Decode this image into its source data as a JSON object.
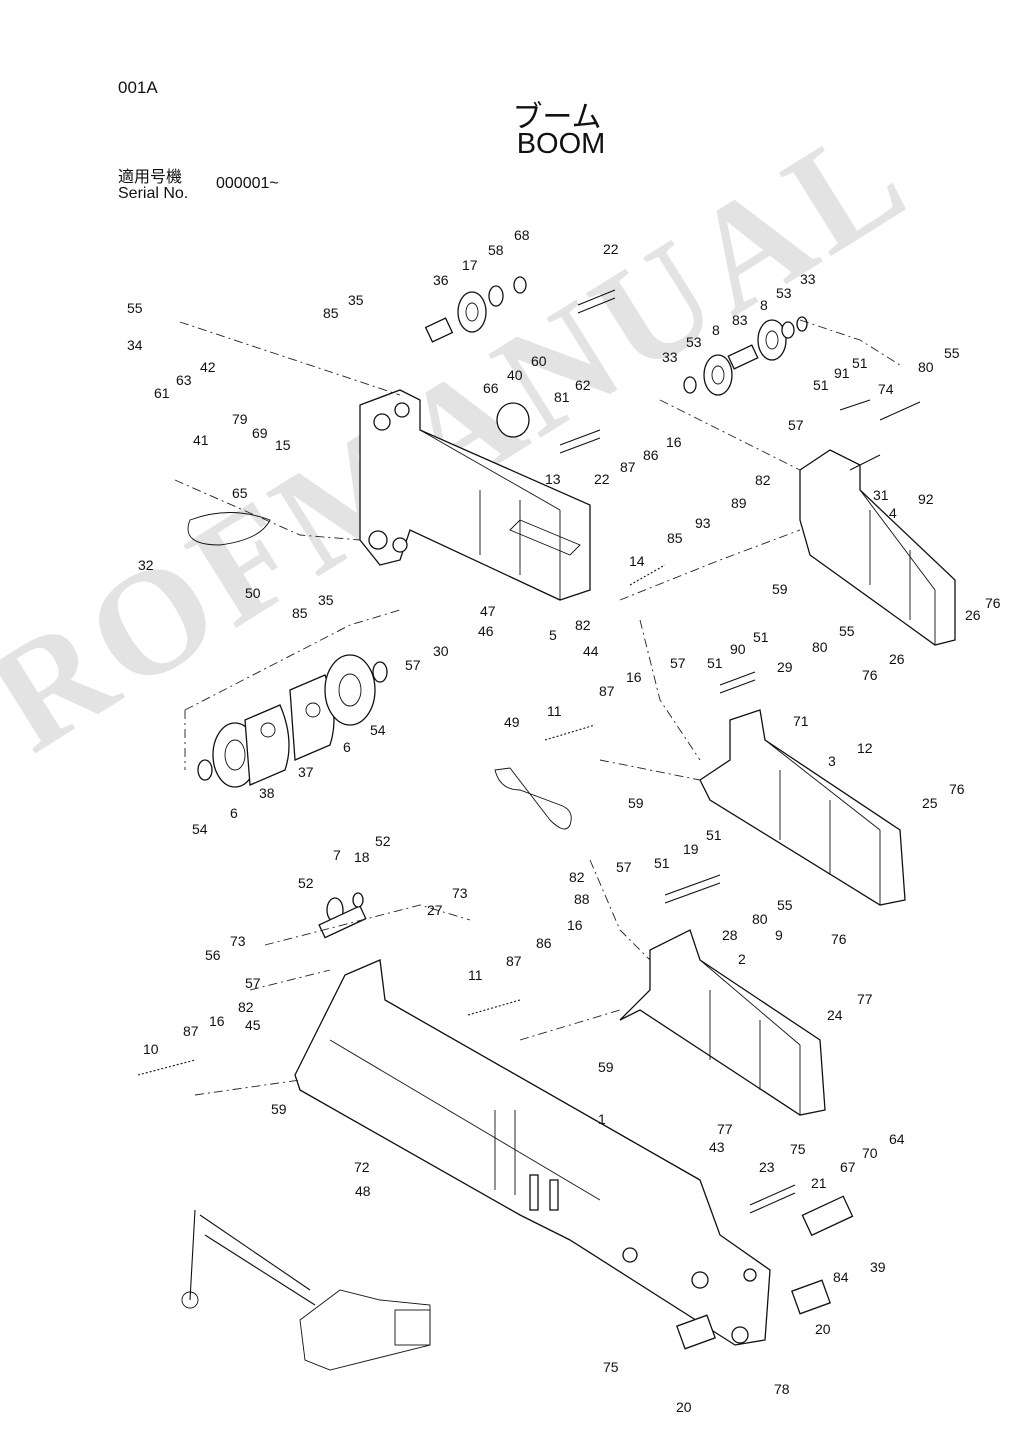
{
  "header": {
    "page_code": "001A",
    "title_jp": "ブーム",
    "title_en": "BOOM",
    "serial_label_jp": "適用号機",
    "serial_label_en": "Serial No.",
    "serial_value": "000001~"
  },
  "watermark": "ROFMANUAL",
  "callouts": [
    {
      "id": "c-55a",
      "text": "55"
    },
    {
      "id": "c-34",
      "text": "34"
    },
    {
      "id": "c-61",
      "text": "61"
    },
    {
      "id": "c-63",
      "text": "63"
    },
    {
      "id": "c-42",
      "text": "42"
    },
    {
      "id": "c-41",
      "text": "41"
    },
    {
      "id": "c-79",
      "text": "79"
    },
    {
      "id": "c-69",
      "text": "69"
    },
    {
      "id": "c-15",
      "text": "15"
    },
    {
      "id": "c-65",
      "text": "65"
    },
    {
      "id": "c-85a",
      "text": "85"
    },
    {
      "id": "c-35a",
      "text": "35"
    },
    {
      "id": "c-36",
      "text": "36"
    },
    {
      "id": "c-17",
      "text": "17"
    },
    {
      "id": "c-58",
      "text": "58"
    },
    {
      "id": "c-68",
      "text": "68"
    },
    {
      "id": "c-22a",
      "text": "22"
    },
    {
      "id": "c-66",
      "text": "66"
    },
    {
      "id": "c-40",
      "text": "40"
    },
    {
      "id": "c-60",
      "text": "60"
    },
    {
      "id": "c-81",
      "text": "81"
    },
    {
      "id": "c-62",
      "text": "62"
    },
    {
      "id": "c-22b",
      "text": "22"
    },
    {
      "id": "c-32",
      "text": "32"
    },
    {
      "id": "c-50",
      "text": "50"
    },
    {
      "id": "c-85b",
      "text": "85"
    },
    {
      "id": "c-35b",
      "text": "35"
    },
    {
      "id": "c-13",
      "text": "13"
    },
    {
      "id": "c-47",
      "text": "47"
    },
    {
      "id": "c-46",
      "text": "46"
    },
    {
      "id": "c-30",
      "text": "30"
    },
    {
      "id": "c-57a",
      "text": "57"
    },
    {
      "id": "c-5",
      "text": "5"
    },
    {
      "id": "c-54a",
      "text": "54"
    },
    {
      "id": "c-6a",
      "text": "6"
    },
    {
      "id": "c-37",
      "text": "37"
    },
    {
      "id": "c-38",
      "text": "38"
    },
    {
      "id": "c-6b",
      "text": "6"
    },
    {
      "id": "c-54b",
      "text": "54"
    },
    {
      "id": "c-33a",
      "text": "33"
    },
    {
      "id": "c-53a",
      "text": "53"
    },
    {
      "id": "c-8a",
      "text": "8"
    },
    {
      "id": "c-83",
      "text": "83"
    },
    {
      "id": "c-8b",
      "text": "8"
    },
    {
      "id": "c-53b",
      "text": "53"
    },
    {
      "id": "c-33b",
      "text": "33"
    },
    {
      "id": "c-80a",
      "text": "80"
    },
    {
      "id": "c-55b",
      "text": "55"
    },
    {
      "id": "c-51a",
      "text": "51"
    },
    {
      "id": "c-91",
      "text": "91"
    },
    {
      "id": "c-51b",
      "text": "51"
    },
    {
      "id": "c-74",
      "text": "74"
    },
    {
      "id": "c-57b",
      "text": "57"
    },
    {
      "id": "c-16a",
      "text": "16"
    },
    {
      "id": "c-86a",
      "text": "86"
    },
    {
      "id": "c-87a",
      "text": "87"
    },
    {
      "id": "c-82a",
      "text": "82"
    },
    {
      "id": "c-89",
      "text": "89"
    },
    {
      "id": "c-31",
      "text": "31"
    },
    {
      "id": "c-92",
      "text": "92"
    },
    {
      "id": "c-4",
      "text": "4"
    },
    {
      "id": "c-93",
      "text": "93"
    },
    {
      "id": "c-85c",
      "text": "85"
    },
    {
      "id": "c-14",
      "text": "14"
    },
    {
      "id": "c-59a",
      "text": "59"
    },
    {
      "id": "c-26a",
      "text": "26"
    },
    {
      "id": "c-76a",
      "text": "76"
    },
    {
      "id": "c-82b",
      "text": "82"
    },
    {
      "id": "c-44",
      "text": "44"
    },
    {
      "id": "c-57c",
      "text": "57"
    },
    {
      "id": "c-51c",
      "text": "51"
    },
    {
      "id": "c-90",
      "text": "90"
    },
    {
      "id": "c-51d",
      "text": "51"
    },
    {
      "id": "c-80b",
      "text": "80"
    },
    {
      "id": "c-55c",
      "text": "55"
    },
    {
      "id": "c-76b",
      "text": "76"
    },
    {
      "id": "c-26b",
      "text": "26"
    },
    {
      "id": "c-16b",
      "text": "16"
    },
    {
      "id": "c-87b",
      "text": "87"
    },
    {
      "id": "c-29",
      "text": "29"
    },
    {
      "id": "c-11a",
      "text": "11"
    },
    {
      "id": "c-49",
      "text": "49"
    },
    {
      "id": "c-71",
      "text": "71"
    },
    {
      "id": "c-3",
      "text": "3"
    },
    {
      "id": "c-12",
      "text": "12"
    },
    {
      "id": "c-59b",
      "text": "59"
    },
    {
      "id": "c-76c",
      "text": "76"
    },
    {
      "id": "c-25",
      "text": "25"
    },
    {
      "id": "c-76d",
      "text": "76"
    },
    {
      "id": "c-7",
      "text": "7"
    },
    {
      "id": "c-18",
      "text": "18"
    },
    {
      "id": "c-52a",
      "text": "52"
    },
    {
      "id": "c-52b",
      "text": "52"
    },
    {
      "id": "c-73a",
      "text": "73"
    },
    {
      "id": "c-27",
      "text": "27"
    },
    {
      "id": "c-82c",
      "text": "82"
    },
    {
      "id": "c-88",
      "text": "88"
    },
    {
      "id": "c-57d",
      "text": "57"
    },
    {
      "id": "c-51e",
      "text": "51"
    },
    {
      "id": "c-19",
      "text": "19"
    },
    {
      "id": "c-51f",
      "text": "51"
    },
    {
      "id": "c-73b",
      "text": "73"
    },
    {
      "id": "c-56",
      "text": "56"
    },
    {
      "id": "c-57e",
      "text": "57"
    },
    {
      "id": "c-82d",
      "text": "82"
    },
    {
      "id": "c-45",
      "text": "45"
    },
    {
      "id": "c-87c",
      "text": "87"
    },
    {
      "id": "c-16c",
      "text": "16"
    },
    {
      "id": "c-10",
      "text": "10"
    },
    {
      "id": "c-59c",
      "text": "59"
    },
    {
      "id": "c-11b",
      "text": "11"
    },
    {
      "id": "c-87d",
      "text": "87"
    },
    {
      "id": "c-86b",
      "text": "86"
    },
    {
      "id": "c-16d",
      "text": "16"
    },
    {
      "id": "c-28",
      "text": "28"
    },
    {
      "id": "c-80c",
      "text": "80"
    },
    {
      "id": "c-55d",
      "text": "55"
    },
    {
      "id": "c-9",
      "text": "9"
    },
    {
      "id": "c-2",
      "text": "2"
    },
    {
      "id": "c-24",
      "text": "24"
    },
    {
      "id": "c-77a",
      "text": "77"
    },
    {
      "id": "c-59d",
      "text": "59"
    },
    {
      "id": "c-77b",
      "text": "77"
    },
    {
      "id": "c-1",
      "text": "1"
    },
    {
      "id": "c-72",
      "text": "72"
    },
    {
      "id": "c-48",
      "text": "48"
    },
    {
      "id": "c-43",
      "text": "43"
    },
    {
      "id": "c-23",
      "text": "23"
    },
    {
      "id": "c-75a",
      "text": "75"
    },
    {
      "id": "c-21",
      "text": "21"
    },
    {
      "id": "c-67",
      "text": "67"
    },
    {
      "id": "c-70",
      "text": "70"
    },
    {
      "id": "c-64",
      "text": "64"
    },
    {
      "id": "c-84",
      "text": "84"
    },
    {
      "id": "c-39",
      "text": "39"
    },
    {
      "id": "c-20a",
      "text": "20"
    },
    {
      "id": "c-75b",
      "text": "75"
    },
    {
      "id": "c-20b",
      "text": "20"
    },
    {
      "id": "c-78",
      "text": "78"
    }
  ]
}
